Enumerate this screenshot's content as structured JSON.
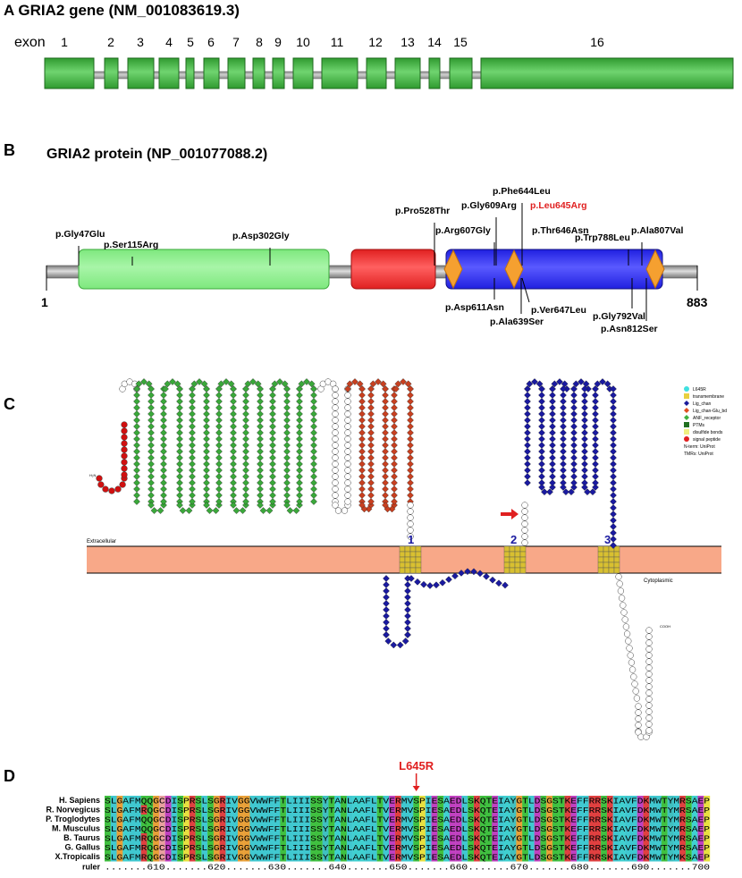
{
  "panel_a": {
    "letter": "A",
    "title": "GRIA2 gene (NM_001083619.3)",
    "exon_label": "exon",
    "exons": [
      "1",
      "2",
      "3",
      "4",
      "5",
      "6",
      "7",
      "8",
      "9",
      "10",
      "11",
      "12",
      "13",
      "14",
      "15",
      "16"
    ],
    "colors": {
      "exon": "#2f9a2f",
      "exon_light": "#6fd46f",
      "intron": "#888888"
    }
  },
  "panel_b": {
    "letter": "B",
    "title": "GRIA2 protein (NP_001077088.2)",
    "start": "1",
    "end": "883",
    "variants_above": [
      "p.Gly47Glu",
      "p.Ser115Arg",
      "p.Asp302Gly",
      "p.Pro528Thr",
      "p.Arg607Gly",
      "p.Gly609Arg",
      "p.Phe644Leu",
      "p.Leu645Arg",
      "p.Thr646Asn",
      "p.Trp788Leu",
      "p.Ala807Val"
    ],
    "variants_below": [
      "p.Asp611Asn",
      "p.Ala639Ser",
      "p.Ver647Leu",
      "p.Gly792Val",
      "p.Asn812Ser"
    ],
    "colors": {
      "green": "#7ee87e",
      "red": "#e02020",
      "blue": "#2020e0",
      "orange": "#f5a030",
      "highlight": "#e02020"
    }
  },
  "panel_c": {
    "letter": "C",
    "extracellular": "Extracellular",
    "cytoplasmic": "Cytoplasmic",
    "helix_labels": [
      "1",
      "2",
      "3"
    ],
    "nterm": "H₂N",
    "cterm": "COOH",
    "legend": [
      "L645R",
      "transmembrane",
      "Lig_chan",
      "Lig_chan-Glu_bd",
      "ANF_receptor",
      "PTMs",
      "disulfide bonds",
      "signal peptide",
      "N-term: UniProt",
      "TMRs: UniProt"
    ],
    "legend_colors": [
      "#40e0e0",
      "#e8d040",
      "#1a1a9a",
      "#e05020",
      "#40b040",
      "#207020",
      "#f0f080",
      "#e02020"
    ],
    "colors": {
      "membrane": "#f8a888",
      "signal": "#d01010",
      "anf": "#3aa83a",
      "ligbd": "#c84020",
      "ligchan": "#1a1aa0",
      "tm": "#d8c030",
      "plain": "#ffffff"
    }
  },
  "panel_d": {
    "letter": "D",
    "mutation_label": "L645R",
    "species": [
      "H. Sapiens",
      "R. Norvegicus",
      "P. Troglodytes",
      "M. Musculus",
      "B. Taurus",
      "G. Gallus",
      "X.Tropicalis"
    ],
    "sequences": [
      "SLGAFMQQGCDISPRSLSGRIVGGVWWFFTLIIISSYTANLAAFLTVERMVSPIESAEDLSKQTEIAYGTLDSGSTKEFFRRSKIAVFDKMWTYMRSAEP",
      "SLGAFMRQGCDISPRSLSGRIVGGVWWFFTLIIISSYTANLAAFLTVERMVSPIESAEDLSKQTEIAYGTLDSGSTKEFFRRSKIAVFDKMWTYMRSAEP",
      "SLGAFMQQGCDISPRSLSGRIVGGVWWFFTLIIISSYTANLAAFLTVERMVSPIESAEDLSKQTEIAYGTLDSGSTKEFFRRSKIAVFDKMWTYMRSAEP",
      "SLGAFMQQGCDISPRSLSGRIVGGVWWFFTLIIISSYTANLAAFLTVERMVSPIESAEDLSKQTEIAYGTLDSGSTKEFFRRSKIAVFDKMWTYMRSAEP",
      "SLGAFMRQGCDISPRSLSGRIVGGVWWFFTLIIISSYTANLAAFLTVERMVSPIESAEDLSKQTEIAYGTLDSGSTKEFFRRSKIAVFDKMWTYMRSAEP",
      "SLGAFMRQGCDISPRSLSGRIVGGVWWFFTLIIISSYTANLAAFLTVERMVSPIESAEDLSKQTEIAYGTLDSGSTKEFFRRSKIAVFDKMWTYMRSAEP",
      "SLGAFMRQGCDISPRSLSGRIVGGVWWFFTLIIISSYTANLAAFLTVERMVSPIESAEDLSKQTEIAYGTLDSGSTKEFFRRSKIAVFDKMWTYMKSAEP"
    ],
    "ruler_label": "ruler",
    "ruler": ".......610.......620.......630.......640.......650.......660.......670.......680.......690.......700"
  }
}
